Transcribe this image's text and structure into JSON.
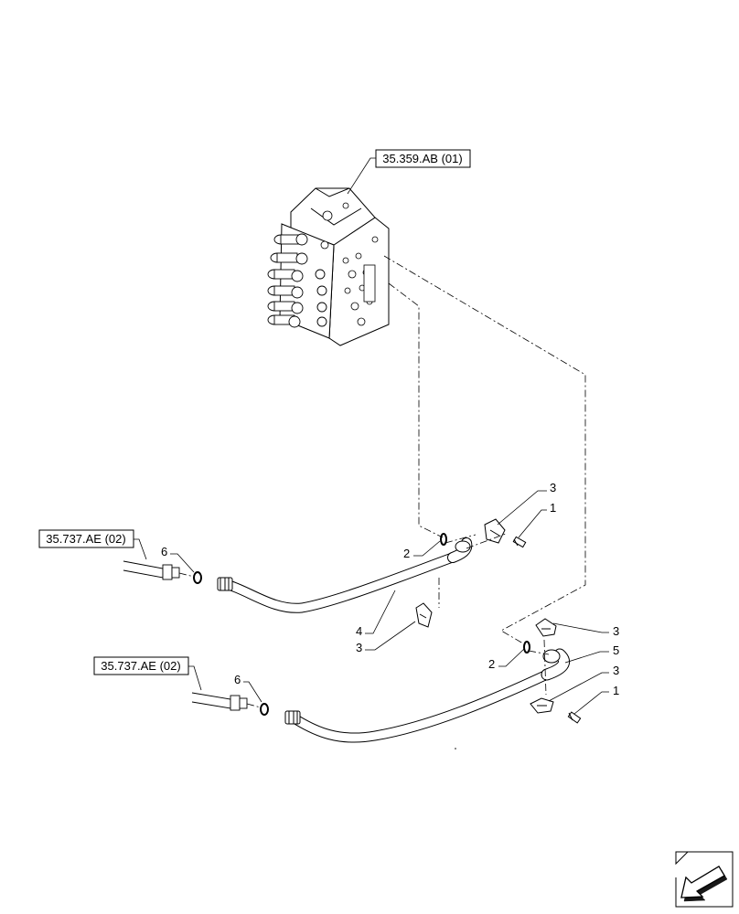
{
  "references": {
    "valve_ref": "35.359.AB (01)",
    "upper_hose_ref": "35.737.AE (02)",
    "lower_hose_ref": "35.737.AE (02)"
  },
  "callouts": {
    "upper_clamp_3": "3",
    "upper_bolt_1": "1",
    "upper_oring_2": "2",
    "upper_oring_6": "6",
    "upper_hose_4": "4",
    "upper_lower_clamp_3": "3",
    "lower_clamp_top_3": "3",
    "lower_oring_2": "2",
    "lower_tube_5": "5",
    "lower_clamp_bottom_3": "3",
    "lower_bolt_1": "1",
    "lower_oring_6": "6"
  },
  "icons": {
    "nav_icon": "arrow-left-down-icon"
  }
}
